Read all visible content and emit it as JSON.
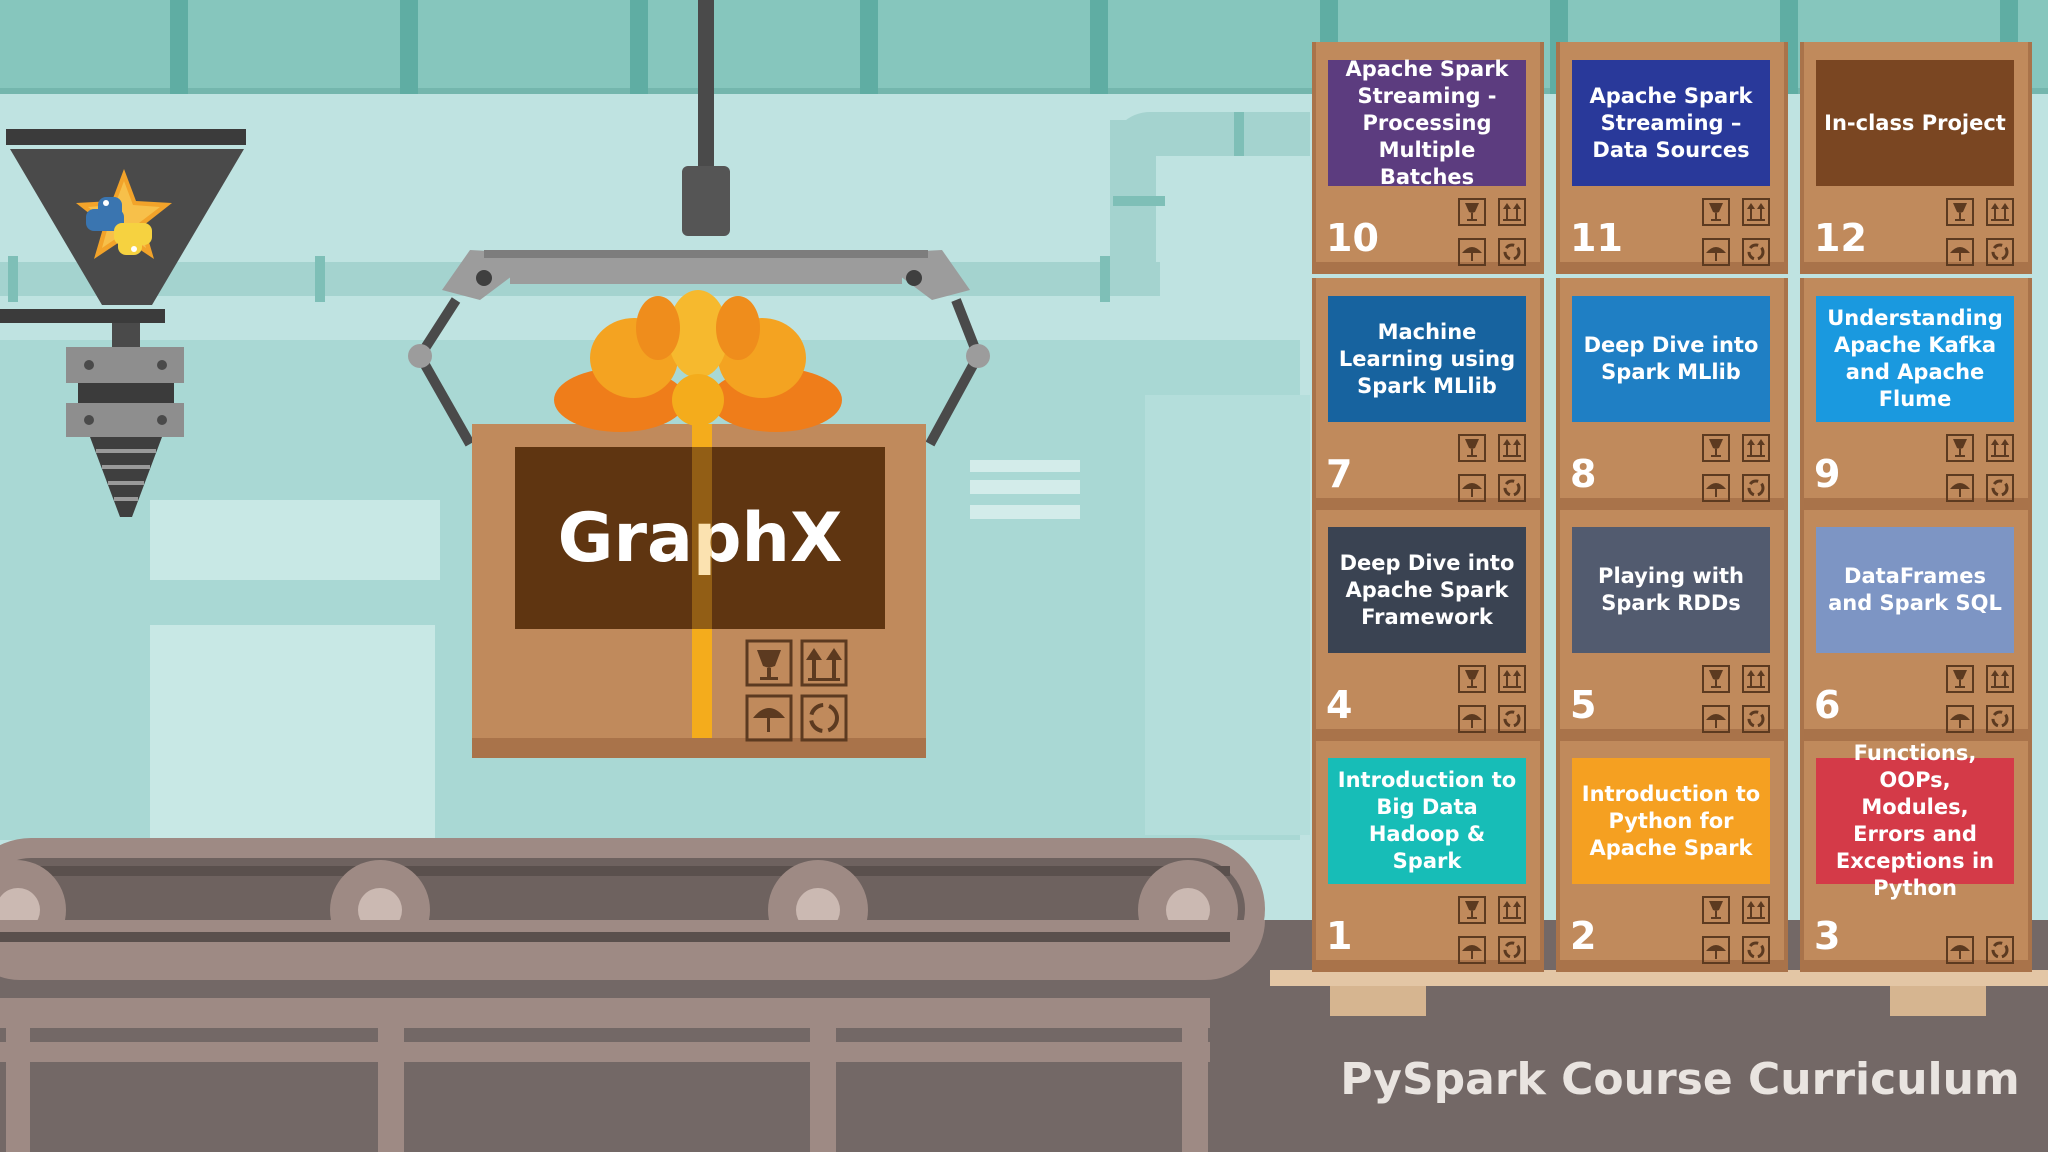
{
  "gift": {
    "label": "GraphX"
  },
  "footer": {
    "title": "PySpark Course Curriculum"
  },
  "icons": {
    "logo": "python-star-logo-icon",
    "handling": [
      "fragile-glass-icon",
      "this-way-up-icon",
      "keep-dry-umbrella-icon",
      "recycle-icon"
    ]
  },
  "modules": [
    {
      "number": "1",
      "title": "Introduction to Big Data Hadoop & Spark",
      "color": "#17bdb7"
    },
    {
      "number": "2",
      "title": "Introduction to Python for Apache Spark",
      "color": "#f5a021"
    },
    {
      "number": "3",
      "title": "Functions, OOPs, Modules, Errors and Exceptions in Python",
      "color": "#d43a48"
    },
    {
      "number": "4",
      "title": "Deep Dive into Apache Spark Framework",
      "color": "#3a4352"
    },
    {
      "number": "5",
      "title": "Playing with Spark RDDs",
      "color": "#525b6f"
    },
    {
      "number": "6",
      "title": "DataFrames and Spark SQL",
      "color": "#7d95c4"
    },
    {
      "number": "7",
      "title": "Machine Learning using Spark MLlib",
      "color": "#17639f"
    },
    {
      "number": "8",
      "title": "Deep Dive into Spark MLlib",
      "color": "#1f7fc4"
    },
    {
      "number": "9",
      "title": "Understanding Apache Kafka and Apache Flume",
      "color": "#1a99df"
    },
    {
      "number": "10",
      "title": "Apache Spark Streaming - Processing Multiple Batches",
      "color": "#5c3c7f"
    },
    {
      "number": "11",
      "title": "Apache Spark Streaming – Data Sources",
      "color": "#29399a"
    },
    {
      "number": "12",
      "title": "In-class Project",
      "color": "#7a4622"
    }
  ]
}
